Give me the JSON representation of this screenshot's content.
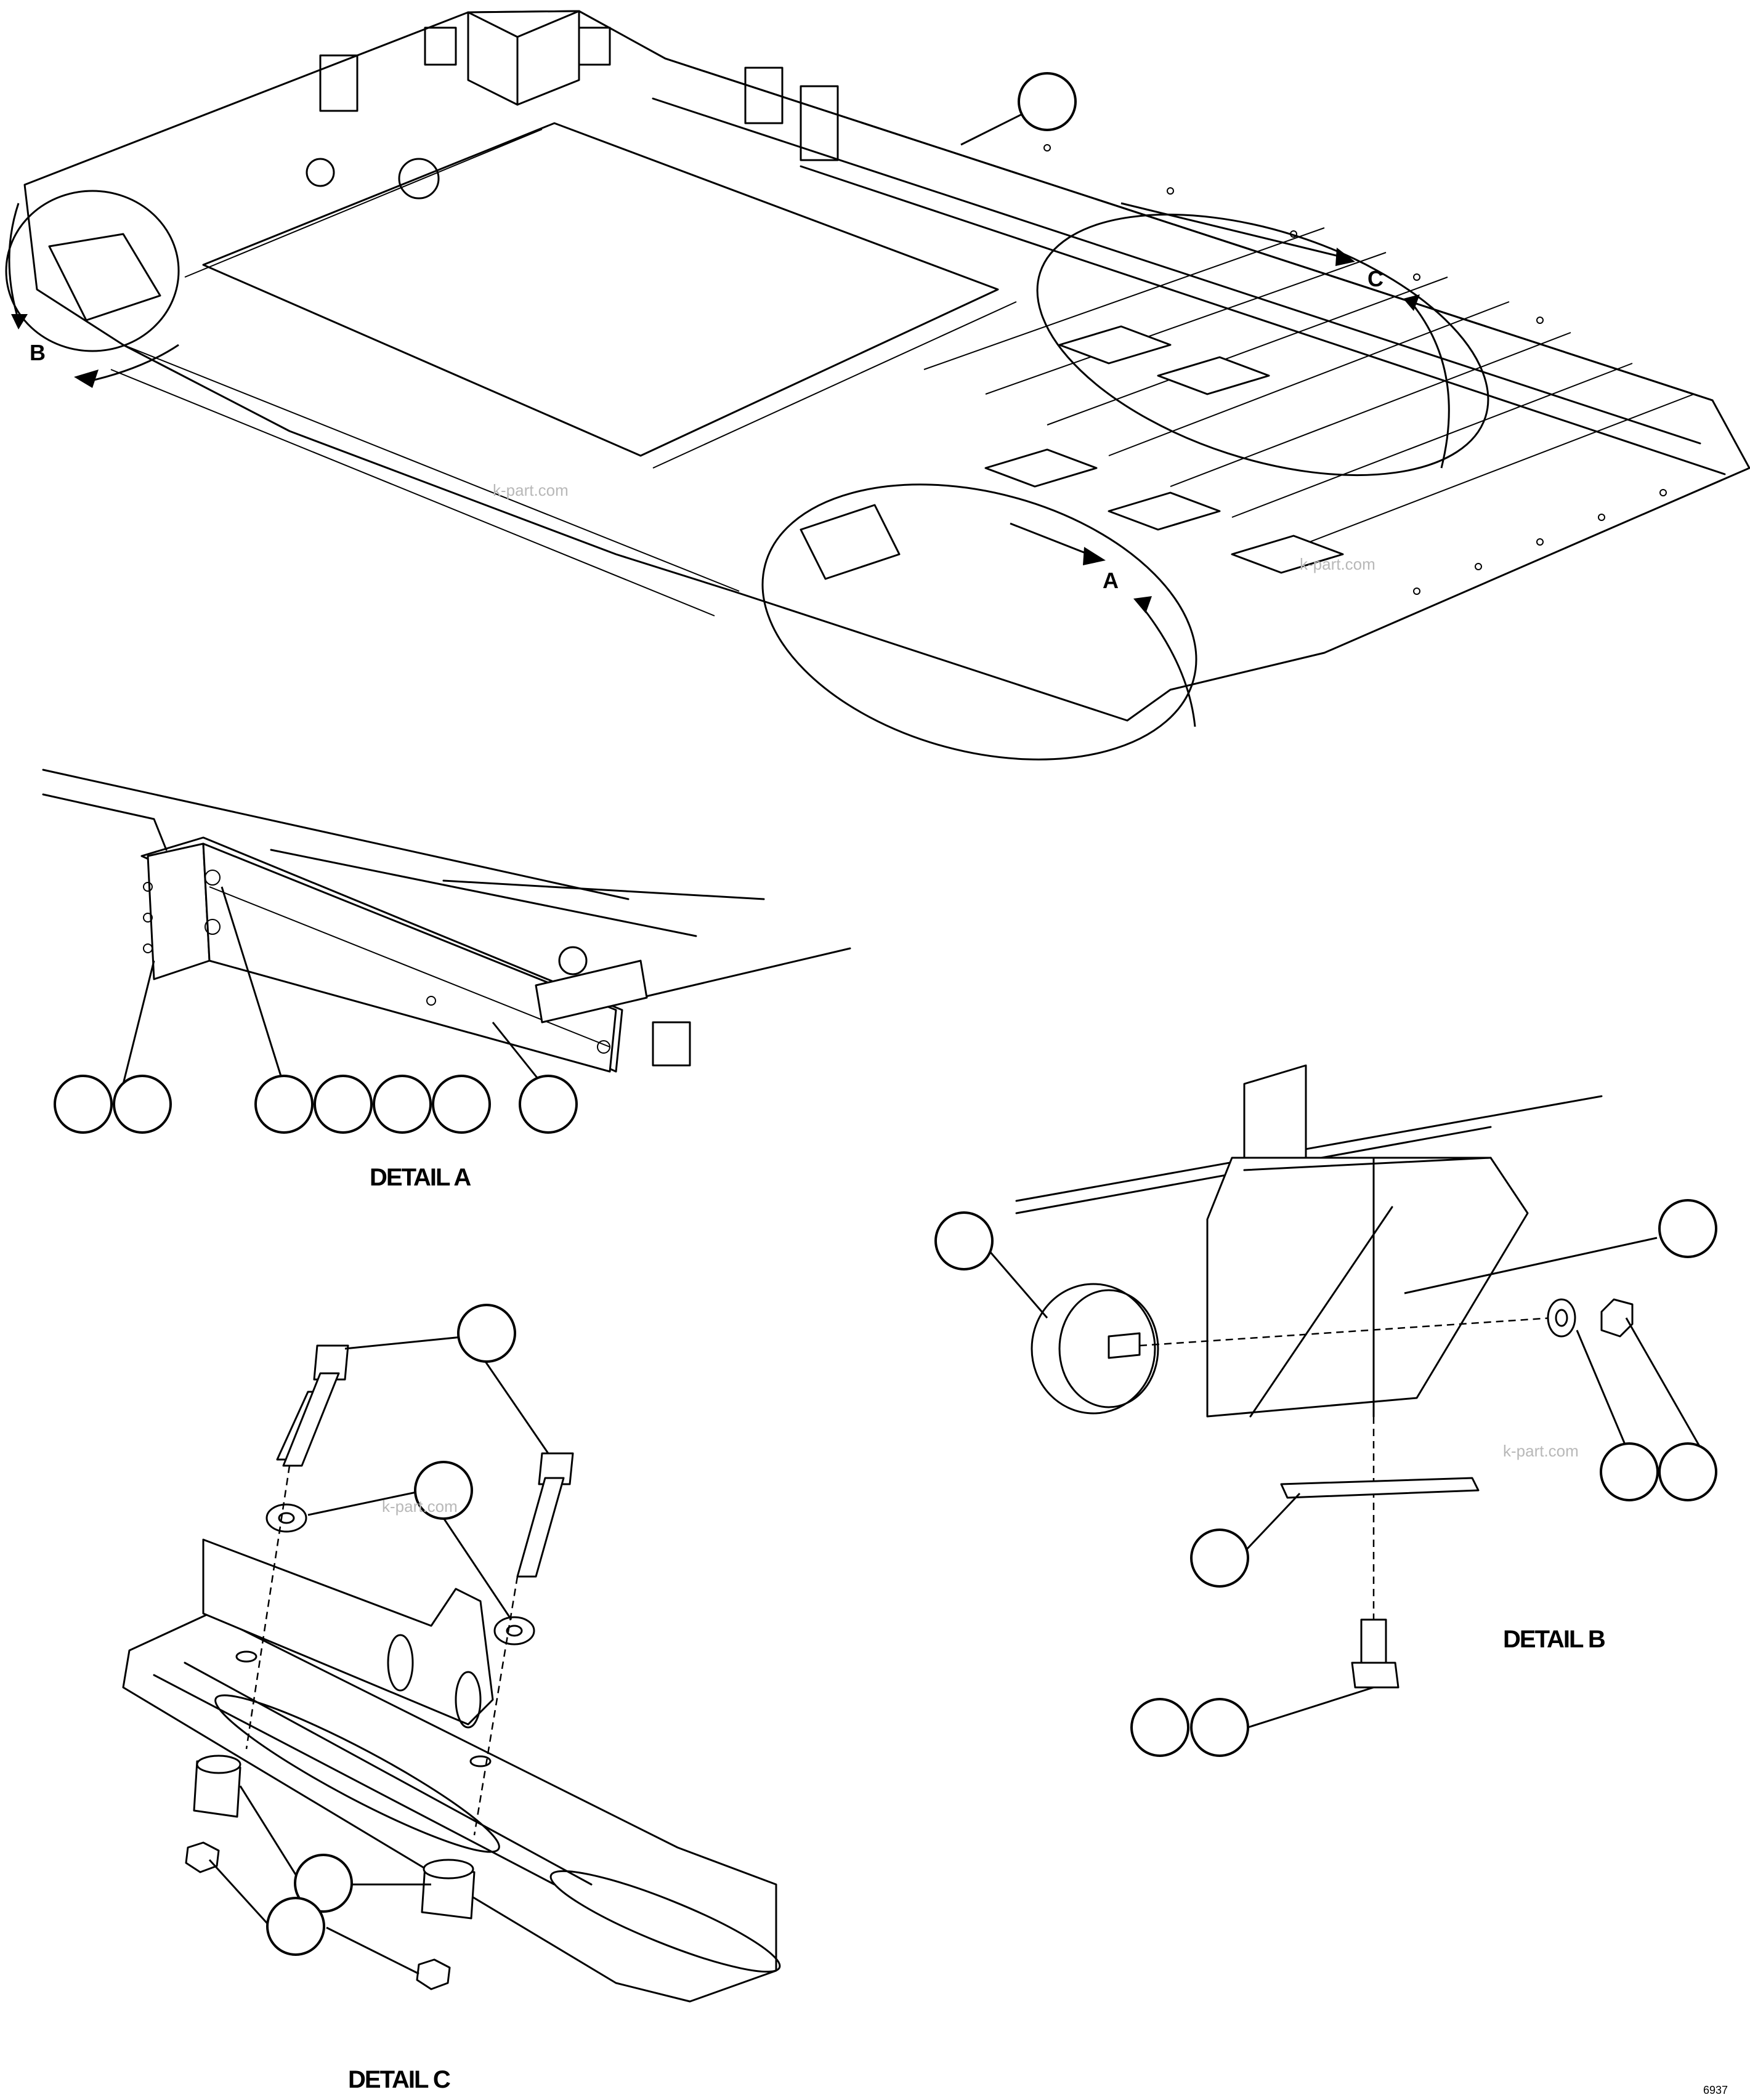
{
  "callouts": {
    "detail_a_arrow": "A",
    "detail_b_arrow": "B",
    "detail_c_arrow": "C"
  },
  "captions": {
    "detail_a": "DETAIL A",
    "detail_b": "DETAIL B",
    "detail_c": "DETAIL C"
  },
  "watermark": "k-part.com",
  "figure_ref": "6937"
}
